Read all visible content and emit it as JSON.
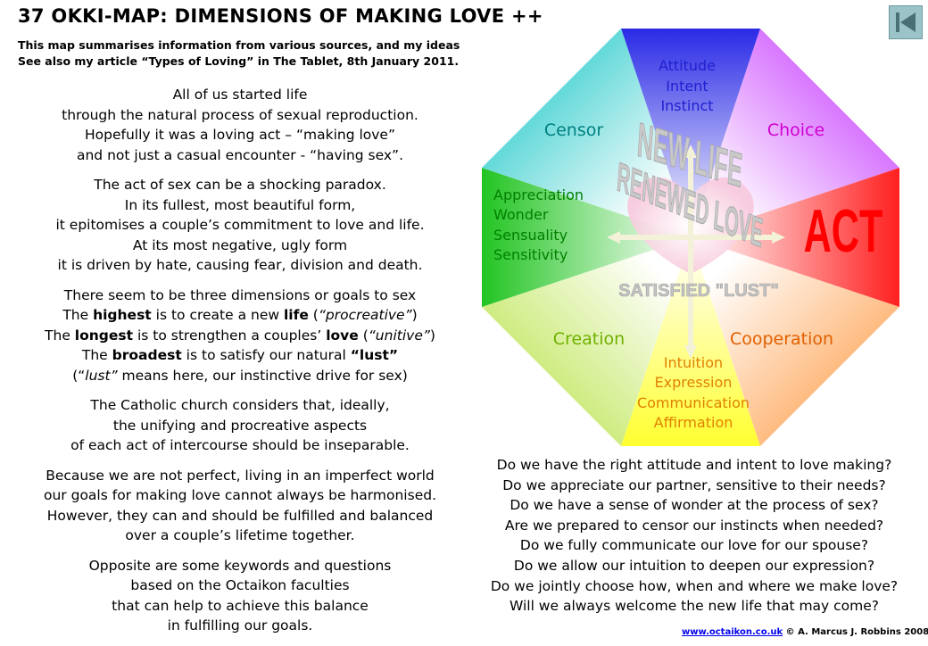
{
  "header": {
    "title": "37 OKKI-MAP:  DIMENSIONS OF MAKING LOVE ++",
    "subtitle_lines": [
      "This map summarises information from various sources, and my ideas",
      "See also my article “Types of Loving” in The Tablet, 8th January 2011."
    ]
  },
  "back_button": {
    "icon": "skip-back-icon",
    "color": "#9cc4c8"
  },
  "intro": {
    "p1": [
      "All of us started life",
      "through the natural process of sexual reproduction.",
      "Hopefully it was a loving act – “making love”",
      "and not just a casual encounter - “having sex”."
    ],
    "p2": [
      "The act of sex can be a shocking paradox.",
      "In its fullest, most beautiful form,",
      "it epitomises a couple’s commitment to love and life.",
      "At its most negative, ugly form",
      "it is driven by hate, causing fear, division and death."
    ],
    "p3": {
      "line1": "There seem to be three dimensions or goals to sex",
      "l2a": "The ",
      "l2b": "highest",
      "l2c": " is to create a new ",
      "l2d": "life",
      "l2e": " (",
      "l2f": "“procreative”",
      "l2g": ")",
      "l3a": "The ",
      "l3b": "longest",
      "l3c": " is to strengthen a couples’ ",
      "l3d": "love",
      "l3e": " (",
      "l3f": "“unitive”",
      "l3g": ")",
      "l4a": "The ",
      "l4b": "broadest",
      "l4c": " is to satisfy our natural ",
      "l4d": "“lust”",
      "l5a": "(“",
      "l5b": "lust”",
      "l5c": " means here, our instinctive  drive for sex)"
    },
    "p4": [
      "The Catholic church considers that, ideally,",
      "the unifying and procreative aspects",
      "of each act of intercourse should be inseparable."
    ],
    "p5": [
      "Because we are not perfect, living in an imperfect world",
      "our goals for making love cannot always be harmonised.",
      "However, they can and should be fulfilled and balanced",
      "over a couple’s lifetime together."
    ],
    "p6": [
      "Opposite are some keywords and questions",
      "based on the Octaikon faculties",
      "that can help to achieve this balance",
      "in fulfilling our goals."
    ]
  },
  "octagon": {
    "top_keywords": [
      "Attitude",
      "Intent",
      "Instinct"
    ],
    "top_left": "Censor",
    "top_right": "Choice",
    "left_keywords": [
      "Appreciation",
      "Wonder",
      "Sensuality",
      "Sensitivity"
    ],
    "right": "ACT",
    "bottom_left": "Creation",
    "bottom_right": "Cooperation",
    "bottom_keywords": [
      "Intuition",
      "Expression",
      "Communication",
      "Affirmation"
    ],
    "center": {
      "line1": "NEW LIFE",
      "line2": "RENEWED LOVE",
      "line3": "SATISFIED \"LUST\""
    },
    "colors": {
      "top": "#2a2ae6",
      "left": "#22c422",
      "bottom": "#ffff30",
      "right": "#ff2020",
      "top_left": "#00c0c0",
      "top_right": "#c020ff",
      "bottom_left": "#b0e030",
      "bottom_right": "#ff9030",
      "blue_text": "#2020d0",
      "magenta_text": "#d000d0",
      "teal_text": "#008080",
      "green_text": "#008000",
      "orange_text": "#e06000",
      "bottom_text": "#e08000",
      "act_text": "#ff0000",
      "light_green_text": "#70b000"
    }
  },
  "questions": [
    "Do we have the right attitude and intent to love making?",
    "Do we appreciate our partner, sensitive to their  needs?",
    "Do we have a sense of wonder at the process of sex?",
    "Are we prepared to censor our instincts  when needed?",
    "Do we fully communicate our love for our spouse?",
    "Do we allow our intuition  to deepen our expression?",
    "Do we jointly choose how, when and where we make love?",
    "Will we always welcome the new life that  may come?"
  ],
  "footer": {
    "link": "www.octaikon.co.uk",
    "credit": " © A. Marcus J. Robbins 2008"
  }
}
